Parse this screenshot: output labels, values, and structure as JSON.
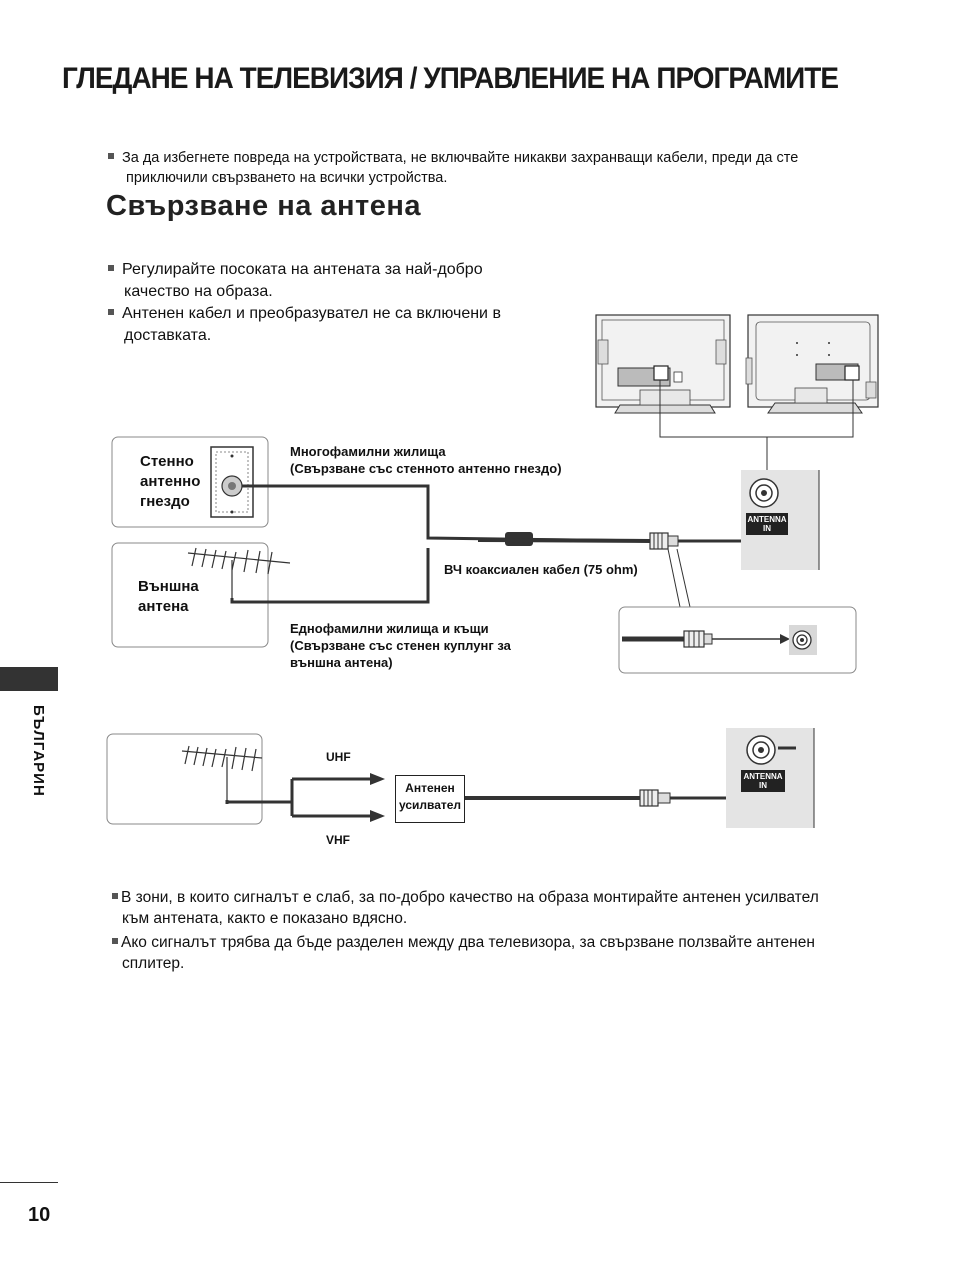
{
  "page": {
    "header_title": "ГЛЕДАНЕ НА ТЕЛЕВИЗИЯ / УПРАВЛЕНИЕ НА ПРОГРАМИТЕ",
    "top_note_line1": "За да избегнете повреда на устройствата, не включвайте никакви захранващи кабели, преди да сте",
    "top_note_line2": "приключили свързването на всички устройства.",
    "section_title": "Свързване на антена",
    "bullet1_line1": "Регулирайте посоката на антената за най-добро",
    "bullet1_line2": "качество на образа.",
    "bullet2_line1": "Антенен кабел и преобразувател не са включени в",
    "bullet2_line2": "доставката.",
    "side_language": "БЪЛГАРИН",
    "page_number": "10"
  },
  "diagram": {
    "wall_socket_label_1": "Стенно",
    "wall_socket_label_2": "антенно",
    "wall_socket_label_3": "гнездо",
    "outdoor_antenna_label_1": "Външна",
    "outdoor_antenna_label_2": "антена",
    "multi_family_line1": "Многофамилни жилища",
    "multi_family_line2": "(Свързване със стенното антенно гнездо)",
    "single_family_line1": "Еднофамилни жилища и къщи",
    "single_family_line2": "(Свързване със стенен куплунг за",
    "single_family_line3": "външна антена)",
    "coax_label": "ВЧ коаксиален кабел (75 ohm)",
    "antenna_in_1": "ANTENNA",
    "antenna_in_2": "IN",
    "uhf": "UHF",
    "vhf": "VHF",
    "amplifier_line1": "Антенен",
    "amplifier_line2": "усилвател"
  },
  "bottom_notes": {
    "note1_line1": "В зони, в които сигналът е слаб, за по-добро качество на образа монтирайте антенен усилвател",
    "note1_line2": "към антената, както е показано вдясно.",
    "note2_line1": "Ако сигналът трябва да бъде разделен между два телевизора, за свързване ползвайте антенен",
    "note2_line2": "сплитер."
  }
}
